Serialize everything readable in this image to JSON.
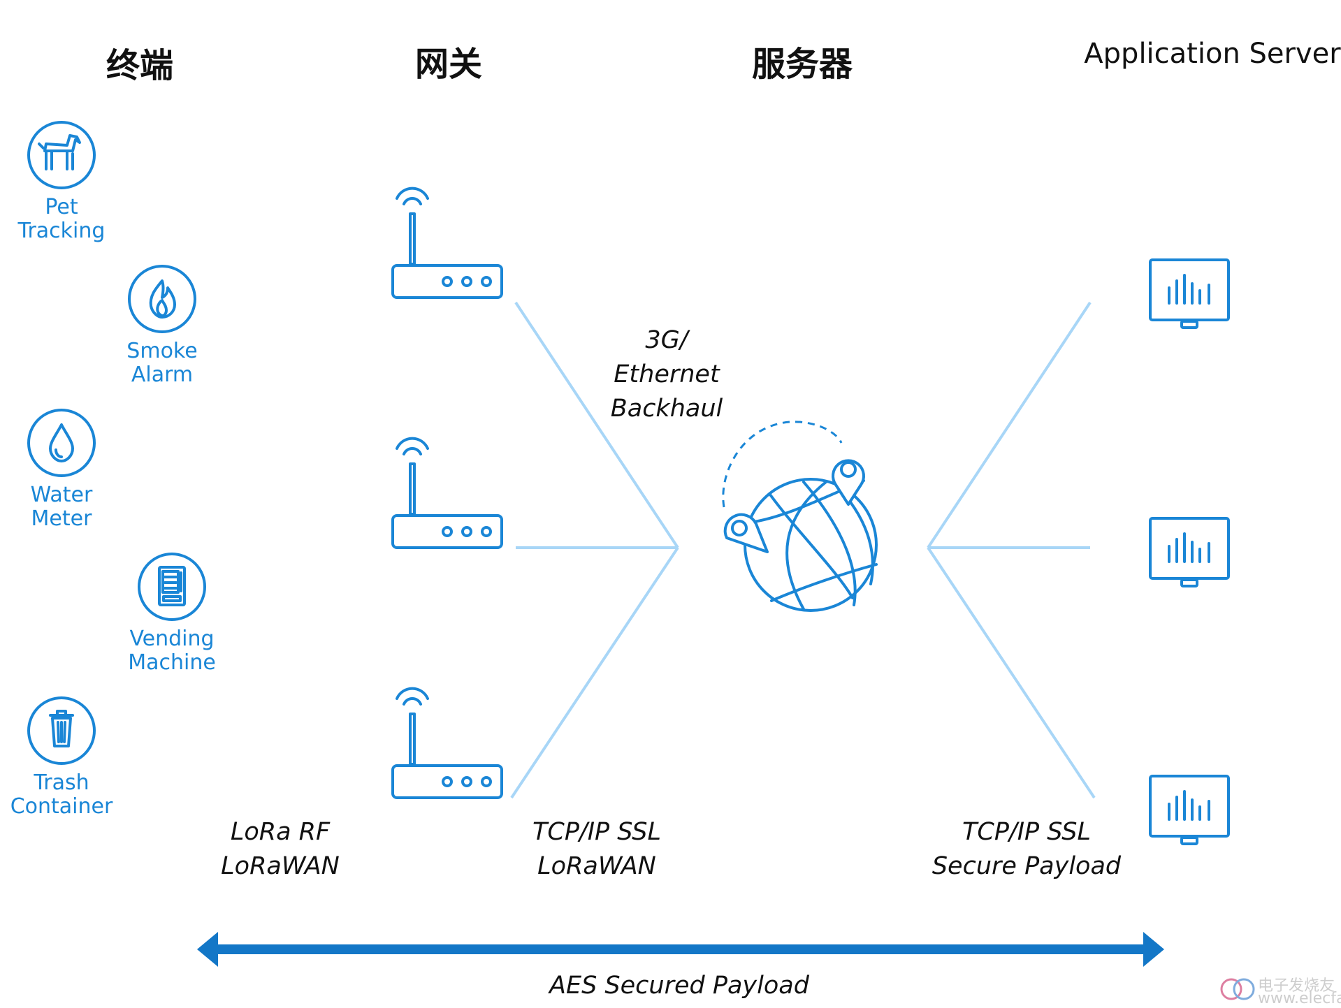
{
  "columns": {
    "endpoint": "终端",
    "gateway": "网关",
    "server": "服务器",
    "app_server": "Application Server"
  },
  "devices": [
    {
      "icon": "dog-icon",
      "line1": "Pet",
      "line2": "Tracking"
    },
    {
      "icon": "flame-icon",
      "line1": "Smoke",
      "line2": "Alarm"
    },
    {
      "icon": "water-drop-icon",
      "line1": "Water",
      "line2": "Meter"
    },
    {
      "icon": "vending-machine-icon",
      "line1": "Vending",
      "line2": "Machine"
    },
    {
      "icon": "trash-can-icon",
      "line1": "Trash",
      "line2": "Container"
    }
  ],
  "labels": {
    "backhaul": [
      "3G/",
      "Ethernet",
      "Backhaul"
    ],
    "lora": [
      "LoRa RF",
      "LoRaWAN"
    ],
    "gw_server": [
      "TCP/IP SSL",
      "LoRaWAN"
    ],
    "server_app": [
      "TCP/IP SSL",
      "Secure Payload"
    ],
    "aes": "AES Secured Payload"
  },
  "watermark": "电子发烧友",
  "watermark_sub": "www.elecfans.com",
  "colors": {
    "accent": "#1a86d6",
    "connector": "#a8d6f7",
    "arrow": "#1377c7",
    "text": "#111111"
  }
}
